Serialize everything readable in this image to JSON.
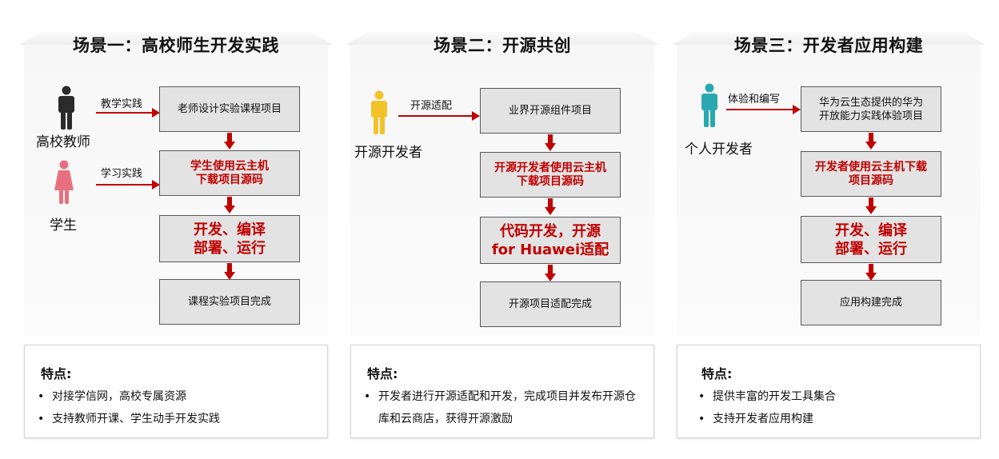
{
  "scenarios": [
    {
      "title": "场景一：高校师生开发实践",
      "actors": [
        {
          "label": "高校教师",
          "color": "#2b2b2b",
          "edge_label": "教学实践"
        },
        {
          "label": "学生",
          "color": "#e8707e",
          "edge_label": "学习实践"
        }
      ],
      "steps": [
        "老师设计实验课程项目",
        "学生使用云主机\n下载项目源码",
        "开发、编译\n部署、运行",
        "课程实验项目完成"
      ],
      "features_title": "特点:",
      "features": [
        "对接学信网，高校专属资源",
        "支持教师开课、学生动手开发实践"
      ]
    },
    {
      "title": "场景二：开源共创",
      "actors": [
        {
          "label": "开源开发者",
          "color": "#f2c229",
          "edge_label": "开源适配"
        }
      ],
      "steps": [
        "业界开源组件项目",
        "开源开发者使用云主机\n下载项目源码",
        "代码开发，开源\nfor Huawei适配",
        "开源项目适配完成"
      ],
      "features_title": "特点:",
      "features": [
        "开发者进行开源适配和开发，完成项目并发布开源仓库和云商店，获得开源激励"
      ]
    },
    {
      "title": "场景三：开发者应用构建",
      "actors": [
        {
          "label": "个人开发者",
          "color": "#2aa8b0",
          "edge_label": "体验和编写"
        }
      ],
      "steps": [
        "华为云生态提供的华为\n开放能力实践体验项目",
        "开发者使用云主机下载\n项目源码",
        "开发、编译\n部署、运行",
        "应用构建完成"
      ],
      "features_title": "特点:",
      "features": [
        "提供丰富的开发工具集合",
        "支持开发者应用构建"
      ]
    }
  ],
  "colors": {
    "arrow": "#c00000",
    "step_fill": "#e3e3e3",
    "highlight_text": "#c00000"
  },
  "icons": {
    "actor": "person-icon",
    "bullet": "•"
  }
}
